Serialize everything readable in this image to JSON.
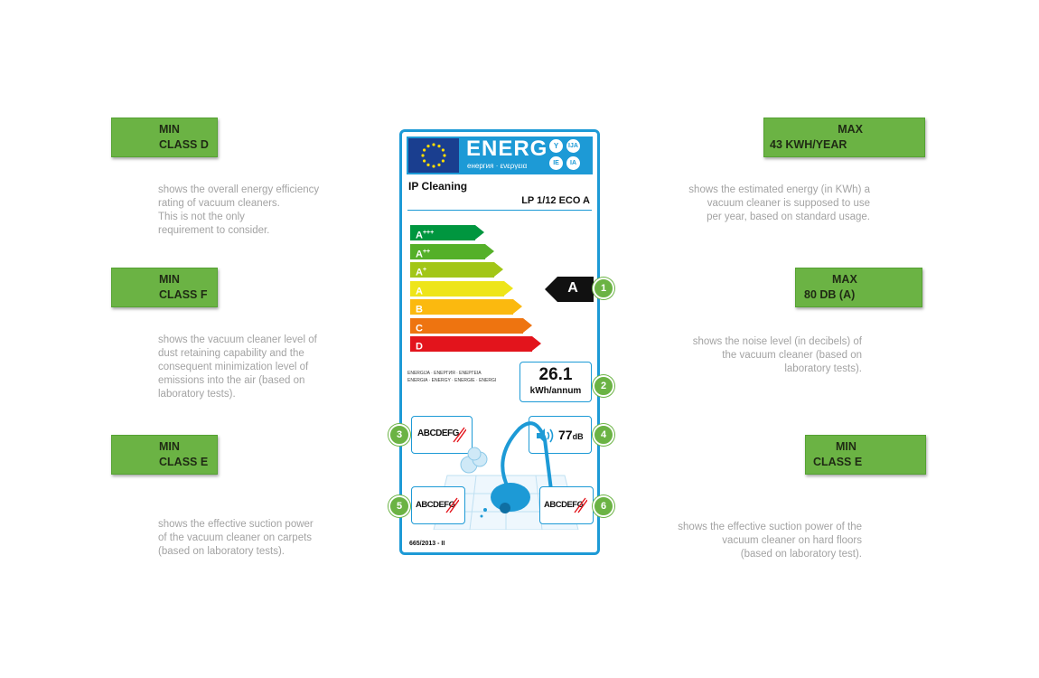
{
  "callouts": {
    "left": [
      {
        "tag_line1": "MIN",
        "tag_line2": "CLASS D",
        "desc_lines": [
          "shows the overall energy efficiency",
          "rating of vacuum cleaners.",
          "This is not the only",
          "requirement to consider."
        ]
      },
      {
        "tag_line1": "MIN",
        "tag_line2": "CLASS F",
        "desc_lines": [
          "shows the vacuum cleaner level of",
          "dust retaining capability and the",
          "consequent minimization level of",
          "emissions into the air (based on",
          "laboratory tests)."
        ]
      },
      {
        "tag_line1": "MIN",
        "tag_line2": "CLASS E",
        "desc_lines": [
          "shows the effective suction power",
          "of the vacuum cleaner on carpets",
          "(based on laboratory tests)."
        ]
      }
    ],
    "right": [
      {
        "tag_line1": "MAX",
        "tag_line2": "43 KWH/YEAR",
        "desc_lines": [
          "shows the estimated energy (in KWh) a",
          "vacuum cleaner is supposed to use",
          "per year, based on standard usage."
        ]
      },
      {
        "tag_line1": "MAX",
        "tag_line2": "80 DB (A)",
        "desc_lines": [
          "shows the noise level (in decibels) of",
          "the vacuum cleaner (based on",
          "laboratory tests)."
        ]
      },
      {
        "tag_line1": "MIN",
        "tag_line2": "CLASS E",
        "desc_lines": [
          "shows the effective suction power of the",
          "vacuum cleaner on hard floors",
          "(based on laboratory test)."
        ]
      }
    ]
  },
  "label": {
    "header_word": "ENERG",
    "header_sub": "енергия · ενεργεια",
    "header_badges": [
      "Y",
      "IJA",
      "IE",
      "IA"
    ],
    "supplier": "IP Cleaning",
    "model": "LP 1/12 ECO A",
    "classes": [
      {
        "text": "A",
        "sup": "+++",
        "color": "#00963f"
      },
      {
        "text": "A",
        "sup": "++",
        "color": "#55b029"
      },
      {
        "text": "A",
        "sup": "+",
        "color": "#a2c617"
      },
      {
        "text": "A",
        "sup": "",
        "color": "#eee51a"
      },
      {
        "text": "B",
        "sup": "",
        "color": "#fbb90f"
      },
      {
        "text": "C",
        "sup": "",
        "color": "#ee7410"
      },
      {
        "text": "D",
        "sup": "",
        "color": "#e3141c"
      }
    ],
    "rating": "A",
    "energy_words_line1": "ENERGIJA · ENEPГИЯ · ENEPГЕIA",
    "energy_words_line2": "ENERGIA · ENERGY · ENERGIE · ENERGI",
    "energy_value": "26.1",
    "energy_unit": "kWh/annum",
    "noise_value": "77",
    "noise_unit": "dB",
    "dust_scale": "ABCDEFG",
    "carpet_scale": "ABCDEFG",
    "hardfloor_scale": "ABCDEFG",
    "regulation": "665/2013 - II",
    "markers": [
      "1",
      "2",
      "3",
      "4",
      "5",
      "6"
    ]
  },
  "colors": {
    "accent": "#6bb344",
    "label_blue": "#1d9ad6"
  }
}
